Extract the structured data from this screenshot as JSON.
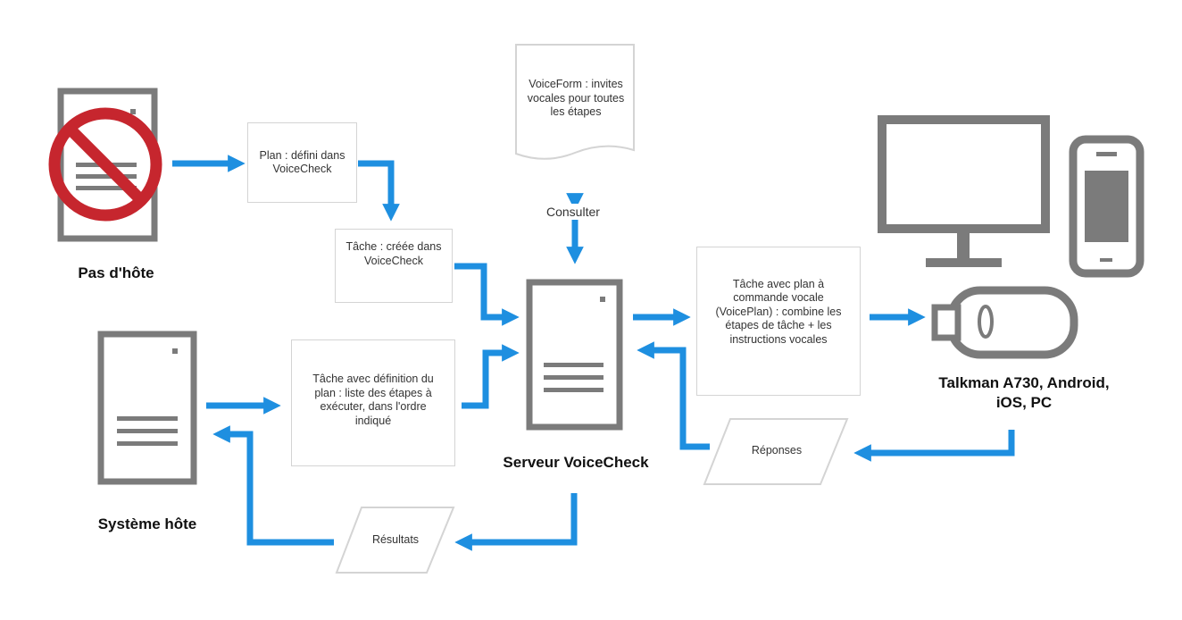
{
  "nodes": {
    "no_host": {
      "label": "Pas d'hôte"
    },
    "host_system": {
      "label": "Système hôte"
    },
    "server": {
      "label": "Serveur VoiceCheck"
    },
    "devices": {
      "label_line1": "Talkman A730, Android,",
      "label_line2": "iOS, PC"
    },
    "plan": {
      "text": "Plan : défini dans VoiceCheck"
    },
    "task": {
      "text": "Tâche : créée dans VoiceCheck"
    },
    "task_def": {
      "text": "Tâche avec définition du plan : liste des étapes à exécuter, dans l'ordre indiqué"
    },
    "voiceform": {
      "text": "VoiceForm : invites vocales pour toutes les étapes"
    },
    "voiceplan": {
      "text": "Tâche avec plan à commande vocale (VoicePlan) : combine les étapes de tâche + les instructions vocales"
    },
    "responses": {
      "text": "Réponses"
    },
    "results": {
      "text": "Résultats"
    }
  },
  "edges": {
    "consult_label": "Consulter"
  },
  "colors": {
    "arrow": "#1e8fe0",
    "icon": "#7b7b7b",
    "box_border": "#d4d4d4",
    "prohibit": "#c6262e"
  }
}
